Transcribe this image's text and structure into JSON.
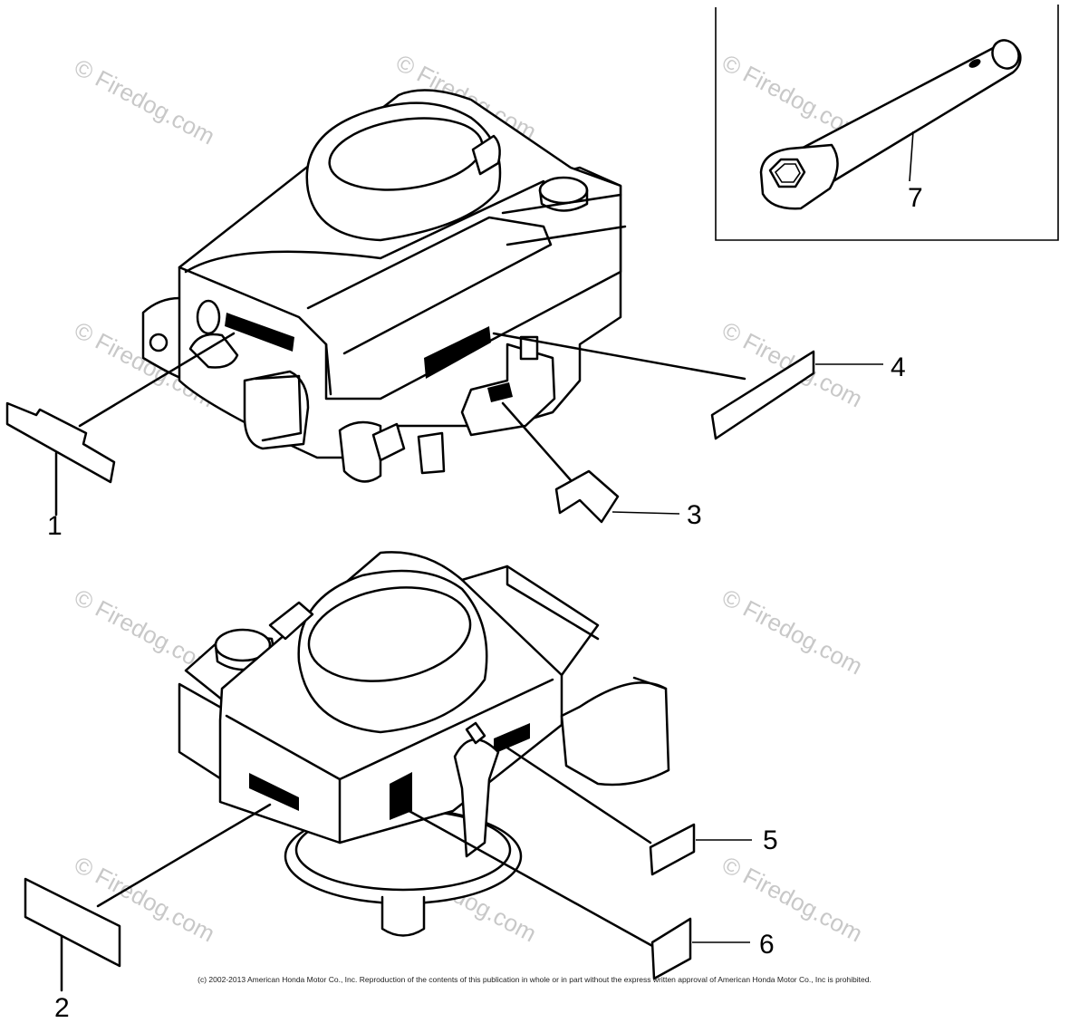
{
  "diagram": {
    "callouts": [
      "1",
      "2",
      "3",
      "4",
      "5",
      "6",
      "7"
    ]
  },
  "watermarks": {
    "text": "© Firedog.com"
  },
  "footer": {
    "copyright": "(c) 2002-2013 American Honda Motor Co., Inc. Reproduction of the contents of this publication in whole or in part without the express written approval of American Honda Motor Co., Inc is prohibited."
  }
}
